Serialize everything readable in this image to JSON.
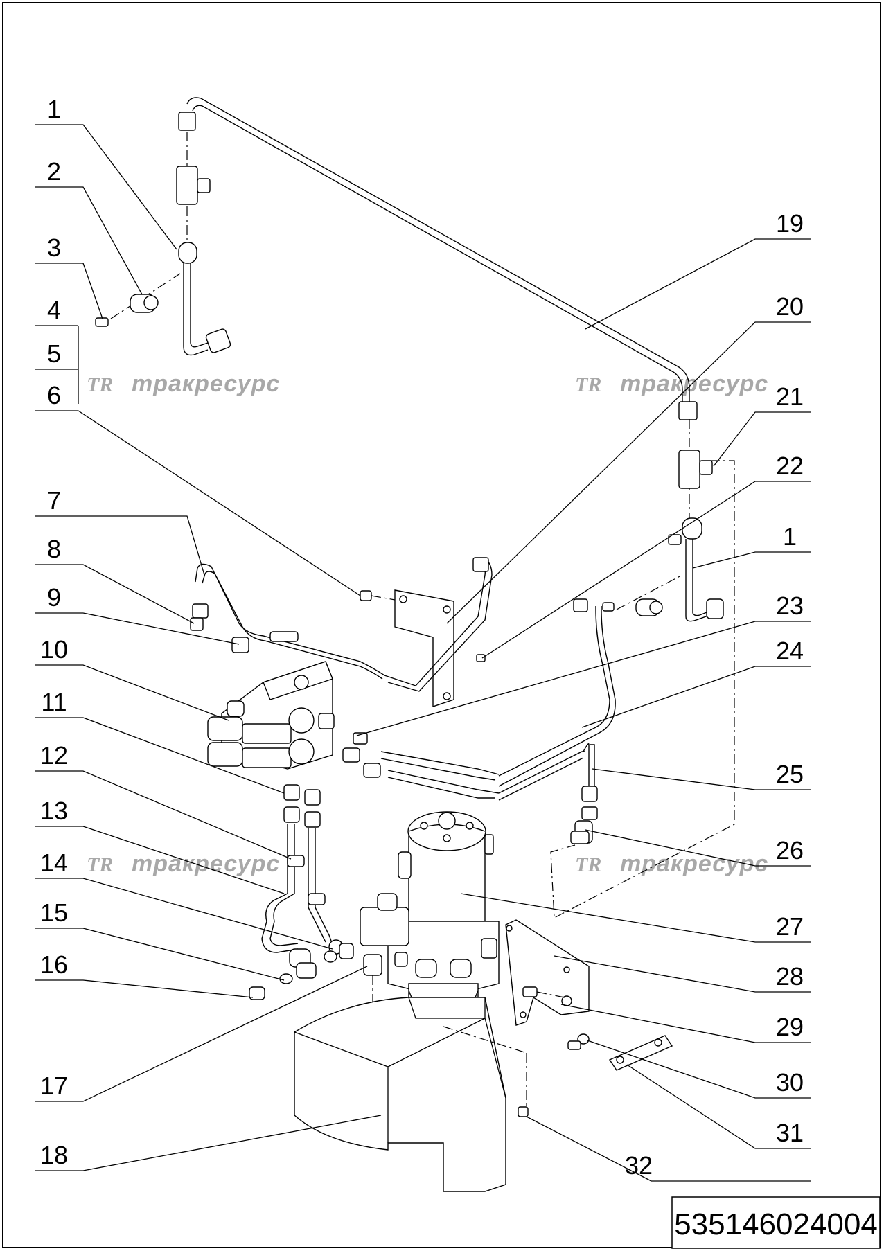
{
  "document_number": "535146024004",
  "watermark": {
    "logo": "TR",
    "text": "тракресурс"
  },
  "callouts": {
    "left": [
      "1",
      "2",
      "3",
      "4",
      "5",
      "6",
      "7",
      "8",
      "9",
      "10",
      "11",
      "12",
      "13",
      "14",
      "15",
      "16",
      "17",
      "18"
    ],
    "right": [
      "19",
      "20",
      "21",
      "22",
      "1",
      "23",
      "24",
      "25",
      "26",
      "27",
      "28",
      "29",
      "30",
      "31",
      "32"
    ]
  },
  "colors": {
    "line": "#000000",
    "watermark": "#a8a8a8",
    "background": "#ffffff"
  }
}
